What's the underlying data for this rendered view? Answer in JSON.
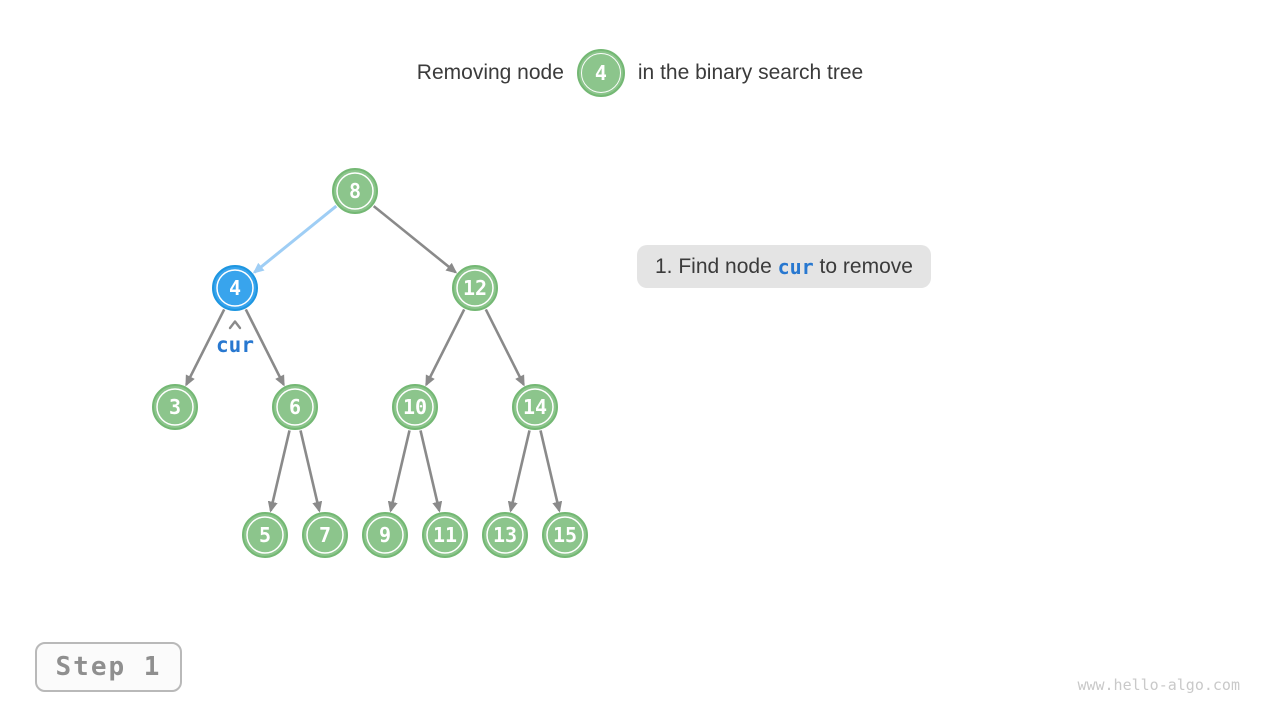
{
  "title": {
    "prefix": "Removing node",
    "node_value": "4",
    "suffix": "in the binary search tree"
  },
  "annotation": {
    "prefix": "1. Find node ",
    "keyword": "cur",
    "suffix": " to remove"
  },
  "pointer": {
    "label": "cur",
    "points_to": "4"
  },
  "step_badge": {
    "label": "Step 1"
  },
  "watermark": "www.hello-algo.com",
  "colors": {
    "node_green_fill": "#8cc58c",
    "node_green_border": "#74b874",
    "node_blue_fill": "#38a4ed",
    "node_blue_border": "#1e96e0",
    "edge_gray": "#8a8a8a",
    "edge_highlight_blue": "#9fcef5",
    "keyword_blue": "#2878d0",
    "annotation_bg": "#e4e4e4",
    "text_dark": "#3b3b3b"
  },
  "tree": {
    "nodes": [
      {
        "value": "8",
        "state": "normal"
      },
      {
        "value": "4",
        "state": "highlighted"
      },
      {
        "value": "12",
        "state": "normal"
      },
      {
        "value": "3",
        "state": "normal"
      },
      {
        "value": "6",
        "state": "normal"
      },
      {
        "value": "10",
        "state": "normal"
      },
      {
        "value": "14",
        "state": "normal"
      },
      {
        "value": "5",
        "state": "normal"
      },
      {
        "value": "7",
        "state": "normal"
      },
      {
        "value": "9",
        "state": "normal"
      },
      {
        "value": "11",
        "state": "normal"
      },
      {
        "value": "13",
        "state": "normal"
      },
      {
        "value": "15",
        "state": "normal"
      }
    ],
    "edges": [
      {
        "from": "8",
        "to": "4",
        "highlighted": true
      },
      {
        "from": "8",
        "to": "12",
        "highlighted": false
      },
      {
        "from": "4",
        "to": "3",
        "highlighted": false
      },
      {
        "from": "4",
        "to": "6",
        "highlighted": false
      },
      {
        "from": "12",
        "to": "10",
        "highlighted": false
      },
      {
        "from": "12",
        "to": "14",
        "highlighted": false
      },
      {
        "from": "6",
        "to": "5",
        "highlighted": false
      },
      {
        "from": "6",
        "to": "7",
        "highlighted": false
      },
      {
        "from": "10",
        "to": "9",
        "highlighted": false
      },
      {
        "from": "10",
        "to": "11",
        "highlighted": false
      },
      {
        "from": "14",
        "to": "13",
        "highlighted": false
      },
      {
        "from": "14",
        "to": "15",
        "highlighted": false
      }
    ]
  }
}
